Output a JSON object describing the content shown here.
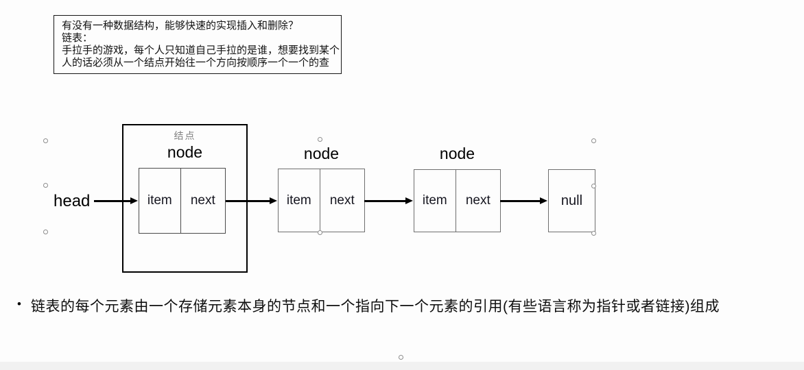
{
  "note_box": {
    "lines": [
      "有没有一种数据结构，能够快速的实现插入和删除？",
      "链表：",
      "手拉手的游戏，每个人只知道自己手拉的是谁，想要找到某个",
      "人的话必须从一个结点开始往一个方向按顺序一个一个的查"
    ]
  },
  "diagram": {
    "head_label": "head",
    "node_caption_cn": "结点",
    "nodes": [
      {
        "label": "node",
        "item": "item",
        "next": "next"
      },
      {
        "label": "node",
        "item": "item",
        "next": "next"
      },
      {
        "label": "node",
        "item": "item",
        "next": "next"
      }
    ],
    "null_label": "null"
  },
  "bullet": {
    "marker": "•",
    "text": "链表的每个元素由一个存储元素本身的节点和一个指向下一个元素的引用(有些语言称为指针或者链接)组成"
  },
  "colors": {
    "frame_border": "#000000",
    "box_border": "#6e6e6e",
    "caption_gray": "#808080",
    "handle_border": "#8c8c8c",
    "bottom_bar": "#f1f1f1",
    "text": "#111111"
  }
}
